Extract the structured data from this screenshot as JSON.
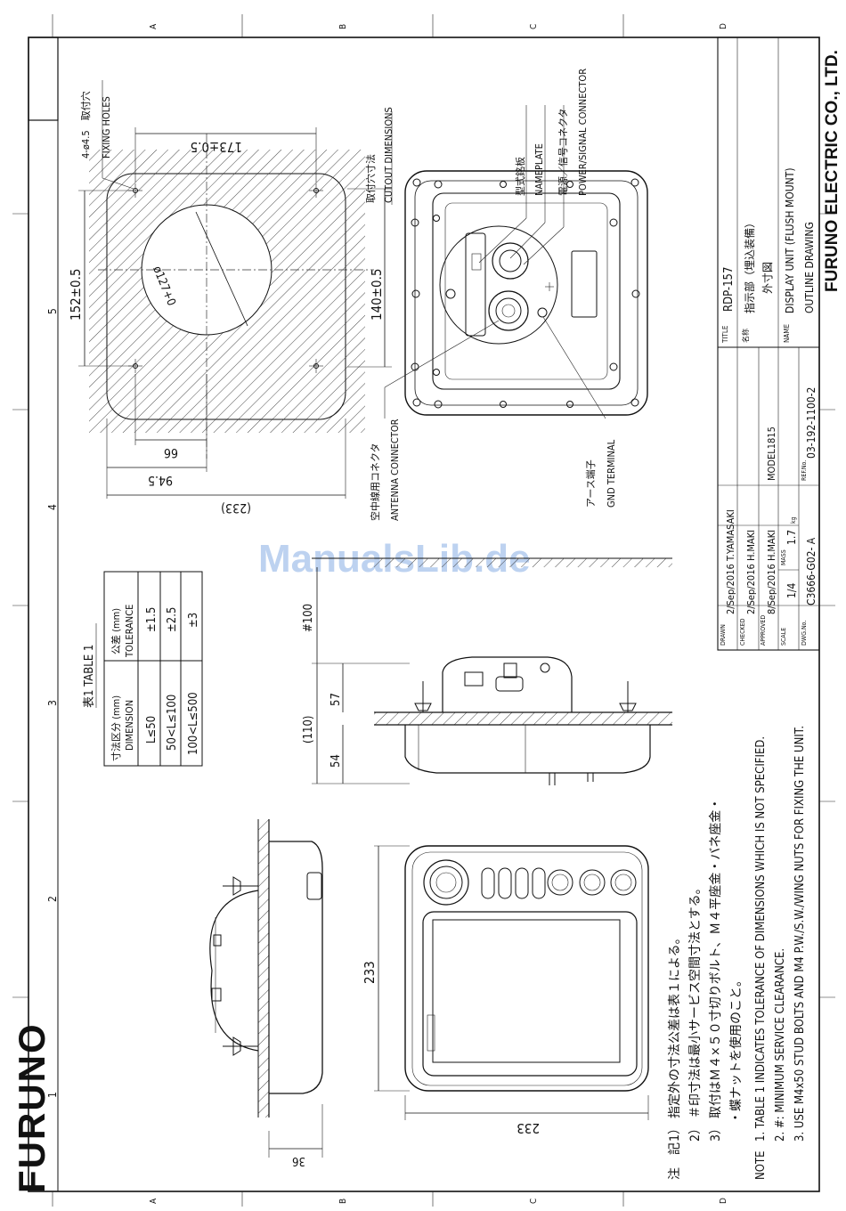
{
  "watermark": "ManualsLib.de",
  "brand": "FURUNO",
  "company": "FURUNO ELECTRIC CO., LTD.",
  "grid": {
    "letters": [
      "A",
      "B",
      "C",
      "D"
    ],
    "numbers": [
      "1",
      "2",
      "3",
      "4",
      "5"
    ]
  },
  "title_block": {
    "title_label": "TITLE",
    "title": "RDP-157",
    "name_label_jp": "名称",
    "name_jp_1": "指示部（埋込装備）",
    "name_jp_2": "外寸図",
    "name_label": "NAME",
    "name_en_1": "DISPLAY UNIT (FLUSH MOUNT)",
    "name_en_2": "OUTLINE DRAWING",
    "drawn_label": "DRAWN",
    "drawn": "2/Sep/2016  T.YAMASAKI",
    "checked_label": "CHECKED",
    "checked": "2/Sep/2016  H.MAKI",
    "approved_label": "APPROVED",
    "approved": "8/Sep/2016 H.MAKI",
    "scale_label": "SCALE",
    "scale": "1/4",
    "mass_label": "MASS",
    "mass": "1.7",
    "mass_unit": "kg",
    "dwg_label": "DWG.No.",
    "dwg": "C3666-G02- A",
    "model": "MODEL1815",
    "ref_label": "REF.No.",
    "ref": "03-192-1100-2"
  },
  "table1": {
    "title": "表1 TABLE 1",
    "col1_jp": "寸法区分 (mm)",
    "col1_en": "DIMENSION",
    "col2_jp": "公差 (mm)",
    "col2_en": "TOLERANCE",
    "rows": [
      {
        "dim": "L≤50",
        "tol": "±1.5"
      },
      {
        "dim": "50<L≤100",
        "tol": "±2.5"
      },
      {
        "dim": "100<L≤500",
        "tol": "±3"
      }
    ]
  },
  "notes": {
    "jp_label": "注　記",
    "jp": [
      "1） 指定外の寸法公差は表１による。",
      "2） ＃印寸法は最小サービス空間寸法とする。",
      "3） 取付はＭ４×５０寸切りボルト、Ｍ４平座金・バネ座金・",
      "・蝶ナットを使用のこと。"
    ],
    "en_label": "NOTE",
    "en": [
      "1.  TABLE 1 INDICATES TOLERANCE OF DIMENSIONS WHICH IS NOT SPECIFIED.",
      "2.  #: MINIMUM SERVICE CLEARANCE.",
      "3.  USE M4x50 STUD BOLTS AND M4 P.W./S.W./WING NUTS FOR FIXING THE UNIT."
    ]
  },
  "dims": {
    "d173": "173±0.5",
    "d152": "152±0.5",
    "d140": "140±0.5",
    "d66": "66",
    "d94": "94.5",
    "d233_ref": "(233)",
    "d_hole": "ø127+0",
    "d100": "#100",
    "d110": "(110)",
    "d57": "57",
    "d54": "54",
    "d233_w": "233",
    "d233_h": "233",
    "d36": "36"
  },
  "labels": {
    "fixing_jp": "4-ø4.5　取付穴",
    "fixing_en": "FIXING HOLES",
    "cutout_jp": "取付穴寸法",
    "cutout_en": "CUTOUT DIMENSIONS",
    "nameplate_jp": "型式銘板",
    "nameplate_en": "NAMEPLATE",
    "power_jp": "電源／信号コネクタ",
    "power_en": "POWER/SIGNAL CONNECTOR",
    "antenna_jp": "空中線用コネクタ",
    "antenna_en": "ANTENNA CONNECTOR",
    "gnd_jp": "アース端子",
    "gnd_en": "GND TERMINAL"
  }
}
